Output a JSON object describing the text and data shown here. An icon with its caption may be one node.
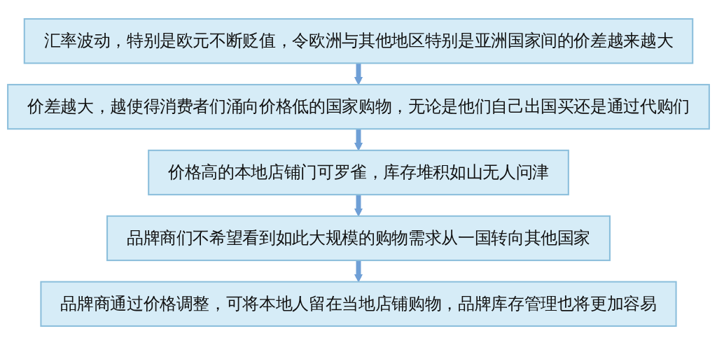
{
  "diagram": {
    "nodes": [
      {
        "text": [
          "汇率波动，特别是欧元不断贬值，令欧洲与其他地区特别是亚洲国家间的价差越来越大"
        ]
      },
      {
        "text": [
          "价差越大，越使得消费者们涌向价格低的国家购物，无论是他们自己出国买还是通过代购们"
        ]
      },
      {
        "text": [
          "价格高的本地店铺门可罗雀，库存堆积如山无人问津"
        ]
      },
      {
        "text": [
          "品牌商们不希望看到如此大规模的购物需求从一国转向其他国家"
        ]
      },
      {
        "text": [
          "品牌商通过价格调整，可将本地人留在当地店铺购物，品牌库存管理也将更加容易"
        ]
      }
    ],
    "edges": [
      {
        "from": 0,
        "to": 1,
        "arrow": "to"
      },
      {
        "from": 1,
        "to": 2,
        "arrow": "to"
      },
      {
        "from": 2,
        "to": 3,
        "arrow": "to"
      },
      {
        "from": 3,
        "to": 4,
        "arrow": "to"
      }
    ]
  }
}
